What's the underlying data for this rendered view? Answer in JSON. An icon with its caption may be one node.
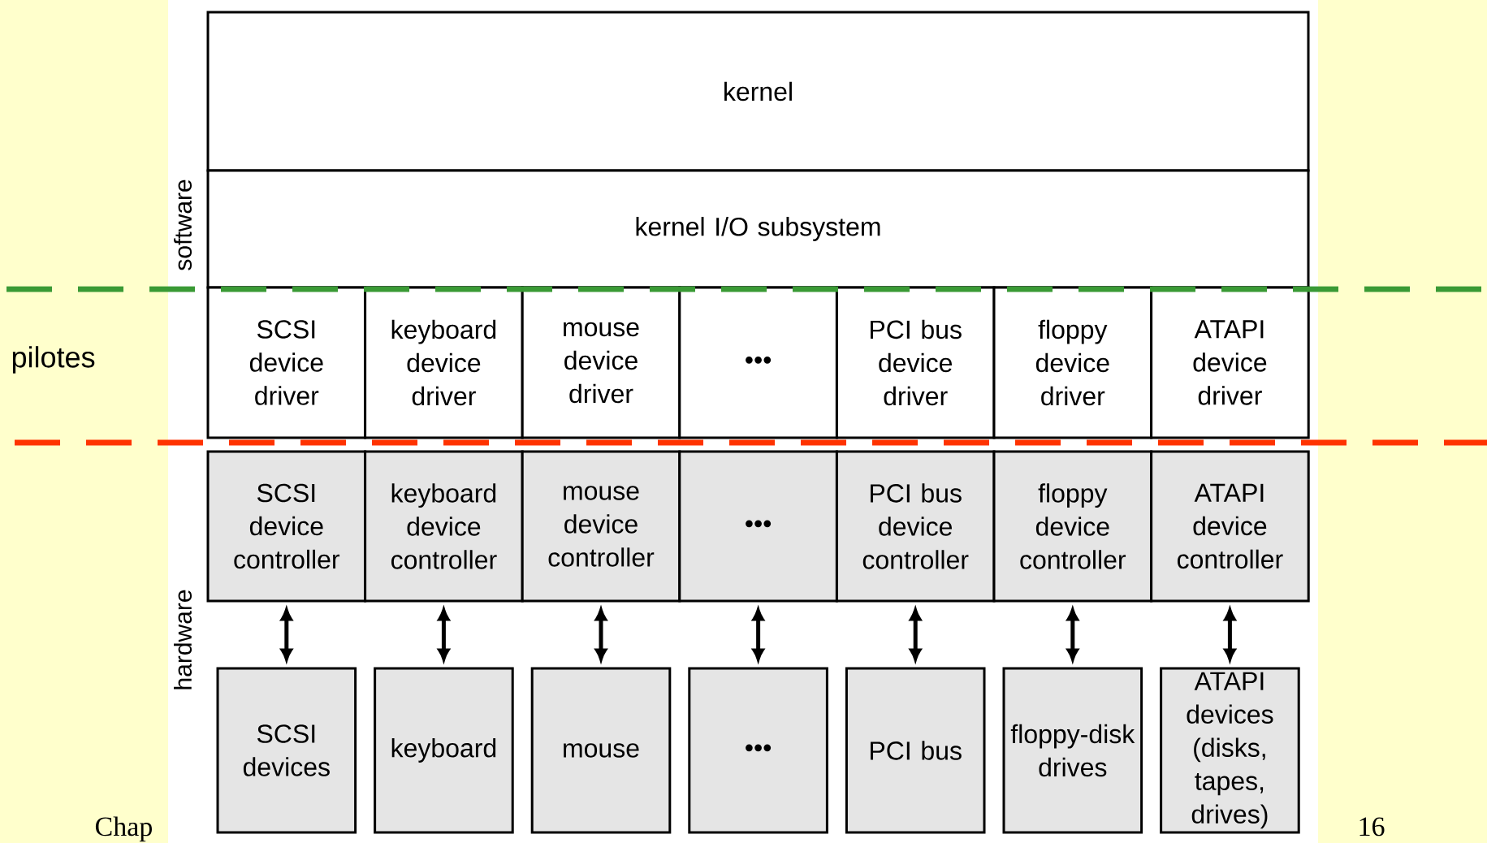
{
  "diagram": {
    "nodes": [
      {
        "text": [
          "kernel"
        ]
      },
      {
        "text": [
          "kernel I/O subsystem"
        ]
      },
      {
        "text": [
          "SCSI device driver"
        ]
      },
      {
        "text": [
          "keyboard device driver"
        ]
      },
      {
        "text": [
          "mouse device driver"
        ]
      },
      {
        "text": [
          "•••"
        ]
      },
      {
        "text": [
          "PCI bus device driver"
        ]
      },
      {
        "text": [
          "floppy device driver"
        ]
      },
      {
        "text": [
          "ATAPI device driver"
        ]
      },
      {
        "text": [
          "SCSI device controller"
        ]
      },
      {
        "text": [
          "keyboard device controller"
        ]
      },
      {
        "text": [
          "mouse device controller"
        ]
      },
      {
        "text": [
          "•••"
        ]
      },
      {
        "text": [
          "PCI bus device controller"
        ]
      },
      {
        "text": [
          "floppy device controller"
        ]
      },
      {
        "text": [
          "ATAPI device controller"
        ]
      },
      {
        "text": [
          "SCSI devices"
        ]
      },
      {
        "text": [
          "keyboard"
        ]
      },
      {
        "text": [
          "mouse"
        ]
      },
      {
        "text": [
          "•••"
        ]
      },
      {
        "text": [
          "PCI bus"
        ]
      },
      {
        "text": [
          "floppy-disk drives"
        ]
      },
      {
        "text": [
          "ATAPI devices (disks, tapes, drives)"
        ]
      }
    ],
    "edges": [
      {
        "from": 9,
        "to": 16,
        "arrow": "both"
      },
      {
        "from": 10,
        "to": 17,
        "arrow": "both"
      },
      {
        "from": 11,
        "to": 18,
        "arrow": "both"
      },
      {
        "from": 12,
        "to": 19,
        "arrow": "both"
      },
      {
        "from": 13,
        "to": 20,
        "arrow": "both"
      },
      {
        "from": 14,
        "to": 21,
        "arrow": "both"
      },
      {
        "from": 15,
        "to": 22,
        "arrow": "both"
      }
    ],
    "labels": [
      "software",
      "pilotes",
      "hardware",
      "Chap",
      "16"
    ]
  }
}
